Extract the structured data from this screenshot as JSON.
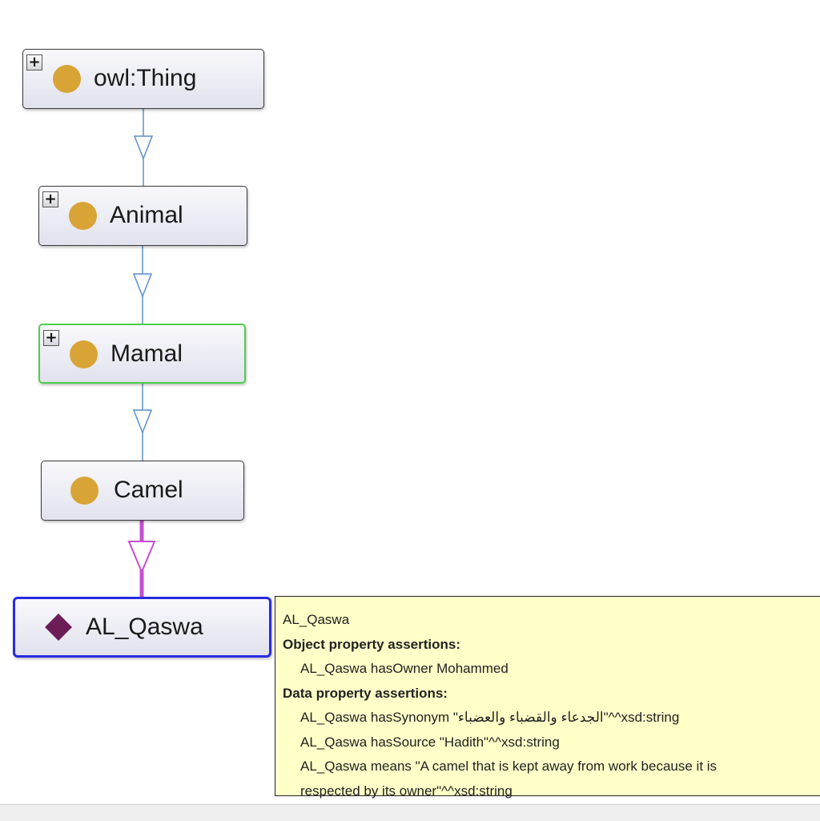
{
  "graph": {
    "nodes": [
      {
        "name": "owl-thing-node",
        "label": "owl:Thing",
        "kind": "class",
        "expandable": true
      },
      {
        "name": "animal-node",
        "label": "Animal",
        "kind": "class",
        "expandable": true
      },
      {
        "name": "mamal-node",
        "label": "Mamal",
        "kind": "class",
        "expandable": true
      },
      {
        "name": "camel-node",
        "label": "Camel",
        "kind": "class",
        "expandable": false
      },
      {
        "name": "al-qaswa-node",
        "label": "AL_Qaswa",
        "kind": "individual",
        "expandable": false
      }
    ],
    "edges": [
      {
        "from": "owl:Thing",
        "to": "Animal",
        "type": "subclass"
      },
      {
        "from": "Animal",
        "to": "Mamal",
        "type": "subclass"
      },
      {
        "from": "Mamal",
        "to": "Camel",
        "type": "subclass"
      },
      {
        "from": "Camel",
        "to": "AL_Qaswa",
        "type": "instance"
      }
    ],
    "expand_symbol": "+"
  },
  "colors": {
    "class_dot": "#d9a436",
    "individual_diamond": "#6b1d56",
    "subclass_edge": "#5b8fc7",
    "instance_edge": "#c54fd0",
    "selected_class_border": "#4ccf4c",
    "selected_individual_border": "#2a2ae0",
    "tooltip_bg": "#ffffc8"
  },
  "tooltip": {
    "title": "AL_Qaswa",
    "object_heading": "Object property assertions:",
    "object_assertions": [
      "AL_Qaswa hasOwner Mohammed"
    ],
    "data_heading": "Data property assertions:",
    "data_assertions": [
      "AL_Qaswa hasSynonym \"الجدعاء والقضباء والعضباء\"^^xsd:string",
      "AL_Qaswa hasSource \"Hadith\"^^xsd:string",
      "AL_Qaswa means \"A camel that is kept away from work because it is",
      "respected by its owner\"^^xsd:string"
    ]
  }
}
